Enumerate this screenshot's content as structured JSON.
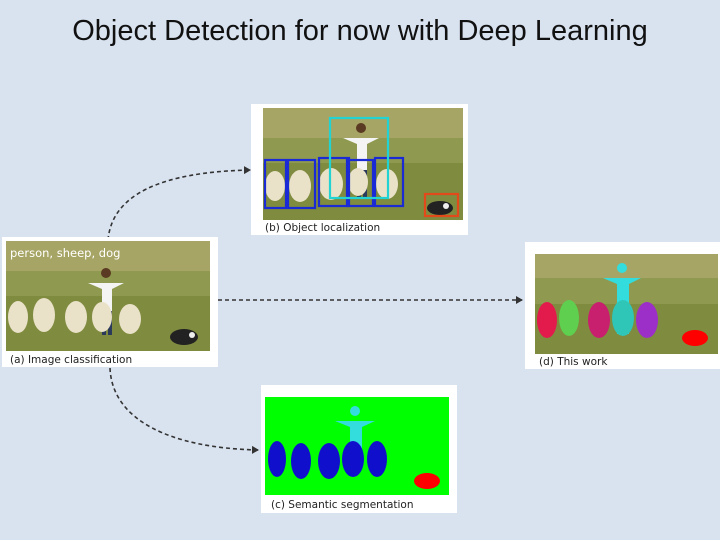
{
  "slide": {
    "title": "Object Detection for now with Deep Learning"
  },
  "panels": {
    "a": {
      "caption": "(a) Image classification",
      "overlay_label": "person, sheep, dog"
    },
    "b": {
      "caption": "(b) Object localization"
    },
    "c": {
      "caption": "(c) Semantic segmentation"
    },
    "d": {
      "caption": "(d) This work"
    }
  },
  "colors": {
    "background": "#d9e3f0",
    "grass": "#8f9a50",
    "seg_background": "#00ff00",
    "sheep_blue": "#1010cc",
    "person_cyan": "#33dddd",
    "dog_red": "#ff0000",
    "box_blue": "#1a2bd6",
    "box_cyan": "#22d3d3",
    "box_orange": "#e34a1b"
  }
}
